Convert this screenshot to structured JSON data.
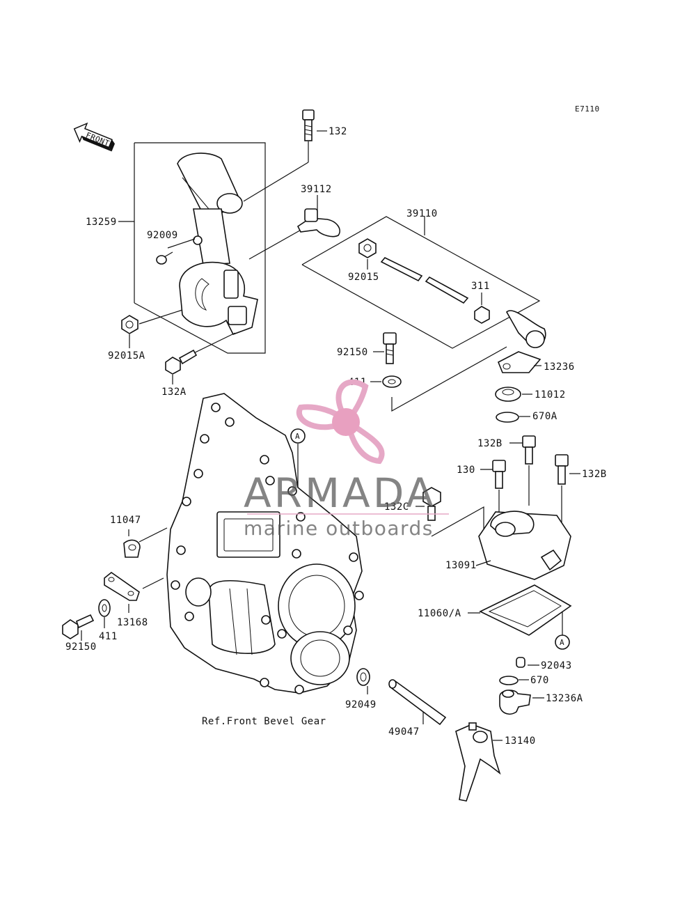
{
  "diagram_code": "E7110",
  "front_label": "FRONT",
  "callout_letter": "A",
  "parts": [
    {
      "id": "132",
      "label": "132"
    },
    {
      "id": "39112",
      "label": "39112"
    },
    {
      "id": "13259",
      "label": "13259"
    },
    {
      "id": "92009",
      "label": "92009"
    },
    {
      "id": "39110",
      "label": "39110"
    },
    {
      "id": "92015",
      "label": "92015"
    },
    {
      "id": "311",
      "label": "311"
    },
    {
      "id": "92015A",
      "label": "92015A"
    },
    {
      "id": "132A",
      "label": "132A"
    },
    {
      "id": "92150-top",
      "label": "92150"
    },
    {
      "id": "13236",
      "label": "13236"
    },
    {
      "id": "411-top",
      "label": "411"
    },
    {
      "id": "11012",
      "label": "11012"
    },
    {
      "id": "670A",
      "label": "670A"
    },
    {
      "id": "132B-top",
      "label": "132B"
    },
    {
      "id": "130",
      "label": "130"
    },
    {
      "id": "132B-right",
      "label": "132B"
    },
    {
      "id": "132C",
      "label": "132C"
    },
    {
      "id": "11047",
      "label": "11047"
    },
    {
      "id": "13091",
      "label": "13091"
    },
    {
      "id": "11060A",
      "label": "11060/A"
    },
    {
      "id": "13168",
      "label": "13168"
    },
    {
      "id": "411-left",
      "label": "411"
    },
    {
      "id": "92150-left",
      "label": "92150"
    },
    {
      "id": "92043",
      "label": "92043"
    },
    {
      "id": "670",
      "label": "670"
    },
    {
      "id": "13236A",
      "label": "13236A"
    },
    {
      "id": "92049",
      "label": "92049"
    },
    {
      "id": "49047",
      "label": "49047"
    },
    {
      "id": "13140",
      "label": "13140"
    }
  ],
  "reference_note": "Ref.Front Bevel Gear",
  "watermark": {
    "brand": "ARMADA",
    "tagline": "marine outboards",
    "logo_color": "#e6a8c6",
    "logo_center_color": "#e8a0c0"
  }
}
